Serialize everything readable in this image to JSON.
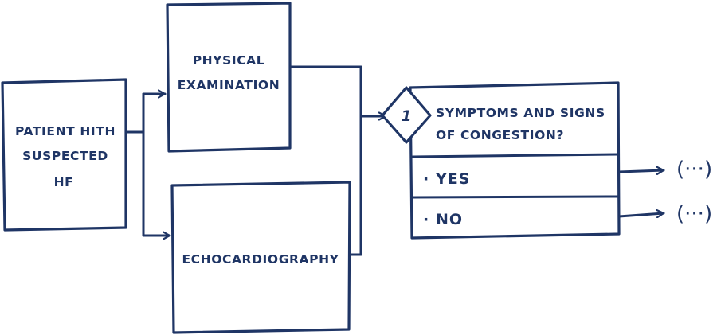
{
  "nodes": {
    "patient": {
      "lines": [
        "PATIENT HITH",
        "SUSPECTED",
        "HF"
      ]
    },
    "physical_exam": {
      "lines": [
        "PHYSICAL",
        "EXAMINATION"
      ]
    },
    "echo": {
      "lines": [
        "ECHOCARDIOGRAPHY"
      ]
    },
    "decision": {
      "number": "1",
      "question_lines": [
        "SYMPTOMS AND SIGNS",
        "OF CONGESTION?"
      ],
      "options": [
        {
          "bullet": "·",
          "label": "YES",
          "continuation": "(···)"
        },
        {
          "bullet": "·",
          "label": "NO",
          "continuation": "(···)"
        }
      ]
    }
  },
  "colors": {
    "ink": "#1f3565",
    "background": "#ffffff"
  }
}
